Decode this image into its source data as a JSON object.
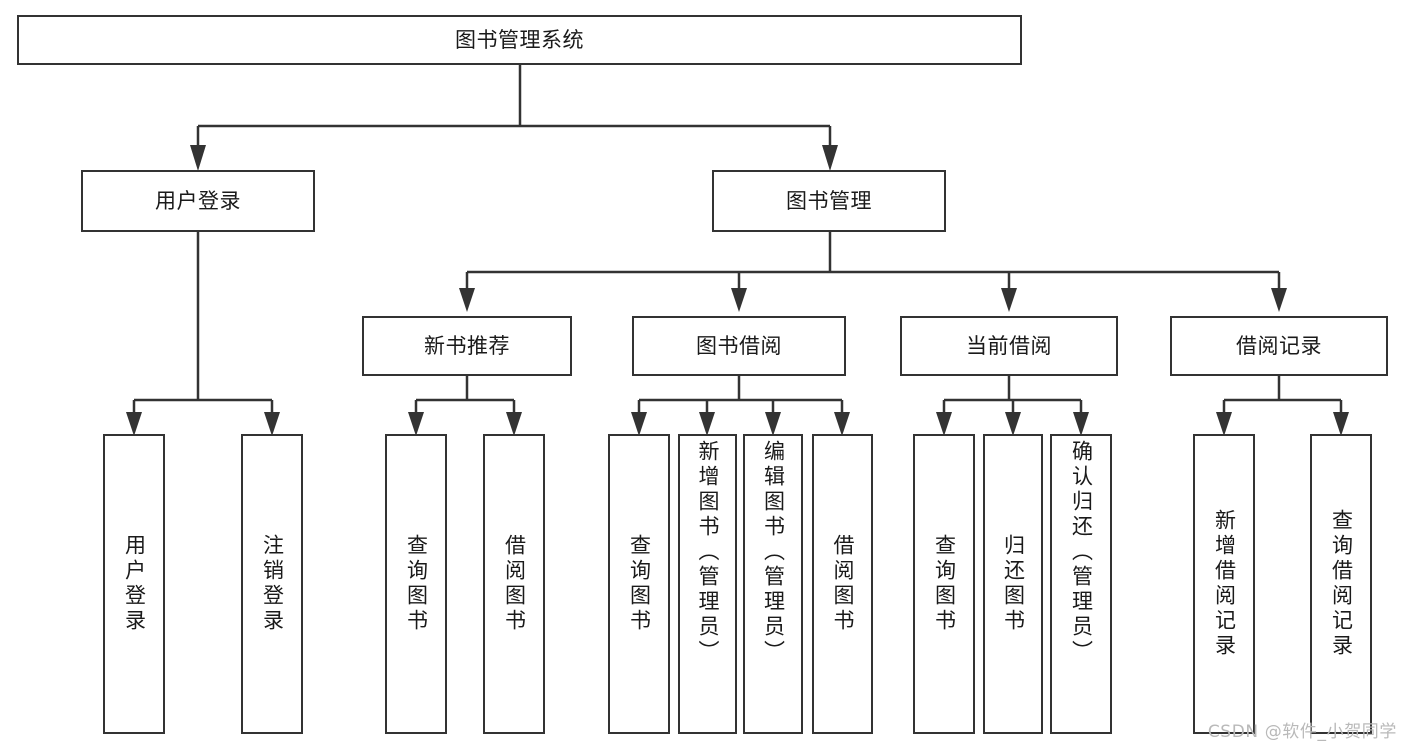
{
  "diagram": {
    "title": "图书管理系统",
    "type": "tree-hierarchy-diagram",
    "colors": {
      "stroke": "#333333",
      "fill": "#ffffff",
      "text": "#1a1a1a",
      "watermark": "#b9b9b9"
    },
    "root": {
      "label": "图书管理系统"
    },
    "level2": [
      {
        "label": "用户登录"
      },
      {
        "label": "图书管理"
      }
    ],
    "level3": [
      {
        "label": "新书推荐"
      },
      {
        "label": "图书借阅"
      },
      {
        "label": "当前借阅"
      },
      {
        "label": "借阅记录"
      }
    ],
    "leaves": [
      {
        "label": "用户登录",
        "parent": "用户登录"
      },
      {
        "label": "注销登录",
        "parent": "用户登录"
      },
      {
        "label": "查询图书",
        "parent": "新书推荐"
      },
      {
        "label": "借阅图书",
        "parent": "新书推荐"
      },
      {
        "label": "查询图书",
        "parent": "图书借阅"
      },
      {
        "label": "新增图书（管理员）",
        "parent": "图书借阅"
      },
      {
        "label": "编辑图书（管理员）",
        "parent": "图书借阅"
      },
      {
        "label": "借阅图书",
        "parent": "图书借阅"
      },
      {
        "label": "查询图书",
        "parent": "当前借阅"
      },
      {
        "label": "归还图书",
        "parent": "当前借阅"
      },
      {
        "label": "确认归还（管理员）",
        "parent": "当前借阅"
      },
      {
        "label": "新增借阅记录",
        "parent": "借阅记录"
      },
      {
        "label": "查询借阅记录",
        "parent": "借阅记录"
      }
    ]
  },
  "watermark": {
    "text": "CSDN @软件_小贺同学"
  }
}
